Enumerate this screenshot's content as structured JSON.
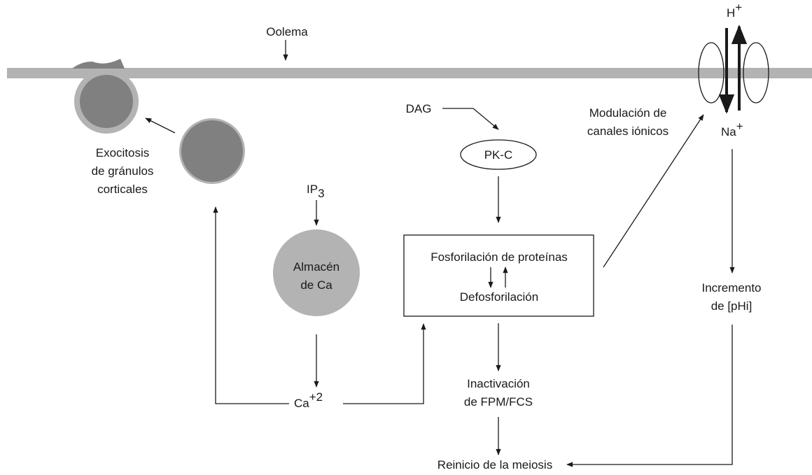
{
  "membrane": {
    "label": "Oolema",
    "color": "#b3b3b3"
  },
  "granules": {
    "label_line1": "Exocitosis",
    "label_line2": "de gránulos",
    "label_line3": "corticales",
    "fill_color": "#808080",
    "ring_color": "#b3b3b3"
  },
  "ip3": {
    "base": "IP",
    "sub": "3"
  },
  "calcium_store": {
    "line1": "Almacén",
    "line2": "de Ca",
    "fill_color": "#b3b3b3"
  },
  "calcium": {
    "base": "Ca",
    "sup": "+2"
  },
  "dag": {
    "label": "DAG"
  },
  "pkc": {
    "label": "PK-C"
  },
  "phosphorylation_box": {
    "line1": "Fosforilación de proteínas",
    "line2": "Defosforilación"
  },
  "ion_channels": {
    "line1": "Modulación de",
    "line2": "canales iónicos"
  },
  "exchanger": {
    "h_base": "H",
    "h_sup": "+",
    "na_base": "Na",
    "na_sup": "+"
  },
  "ph_increase": {
    "line1": "Incremento",
    "line2": "de [pHi]"
  },
  "inactivation": {
    "line1": "Inactivación",
    "line2": "de FPM/FCS"
  },
  "meiosis": {
    "label": "Reinicio de la meiosis"
  }
}
